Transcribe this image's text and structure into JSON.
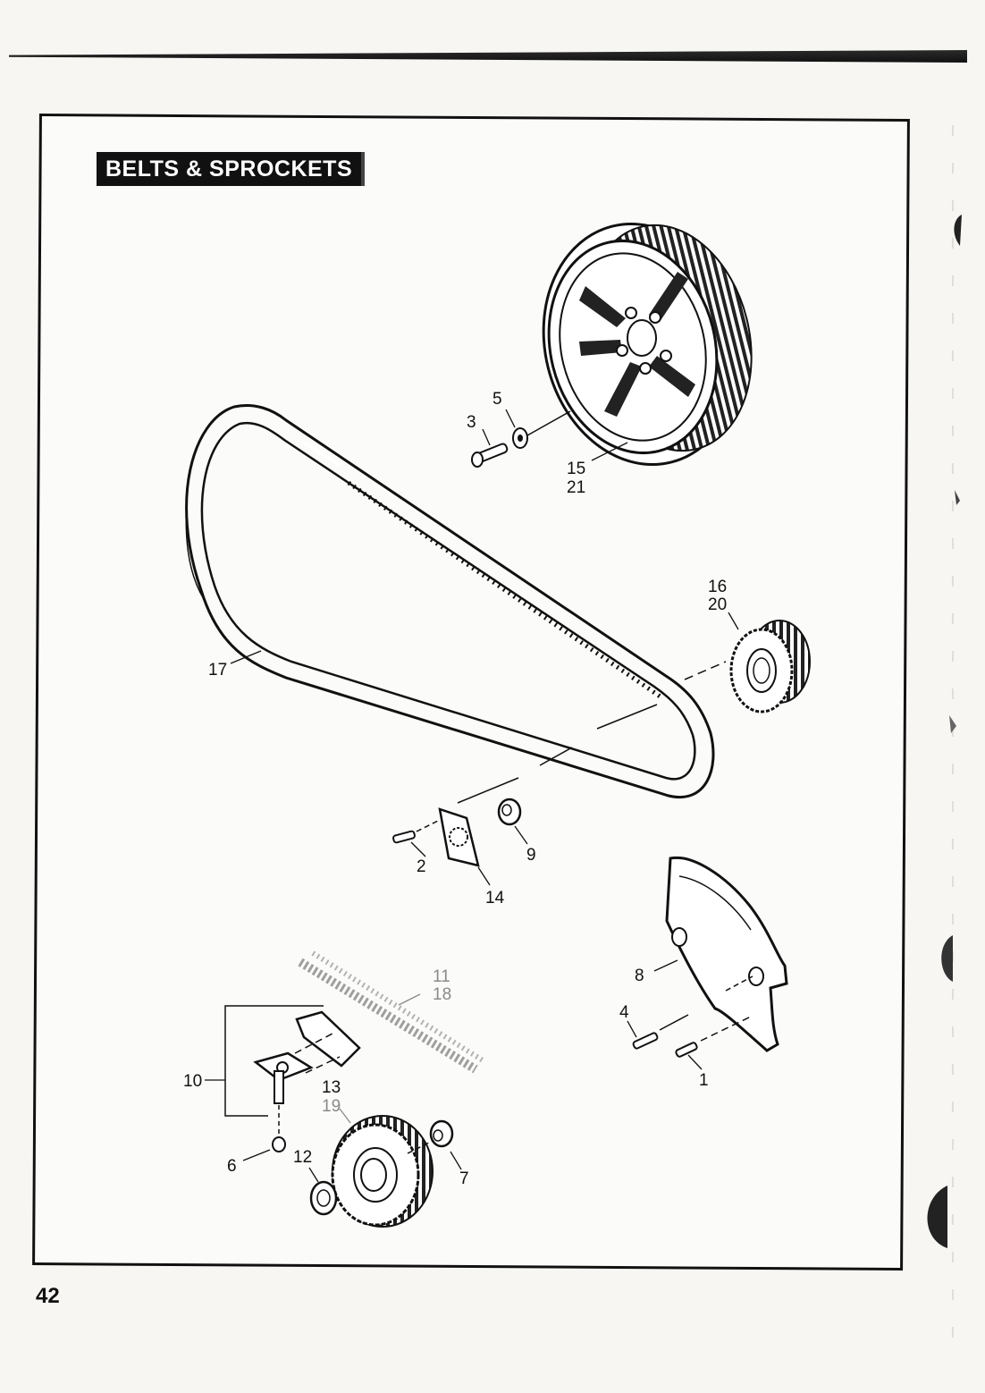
{
  "header": {
    "title": "BELTS & SPROCKETS"
  },
  "page_number": "42",
  "callouts": {
    "c1": "1",
    "c2": "2",
    "c3": "3",
    "c4": "4",
    "c5": "5",
    "c6": "6",
    "c7": "7",
    "c8": "8",
    "c9": "9",
    "c10": "10",
    "c11": "11",
    "c12": "12",
    "c13": "13",
    "c14": "14",
    "c15": "15",
    "c16": "16",
    "c17": "17",
    "c18": "18",
    "c19": "19",
    "c20": "20",
    "c21": "21"
  },
  "colors": {
    "ink": "#111111",
    "faded_label": "#8a8a8a",
    "paper": "#f7f6f3"
  }
}
